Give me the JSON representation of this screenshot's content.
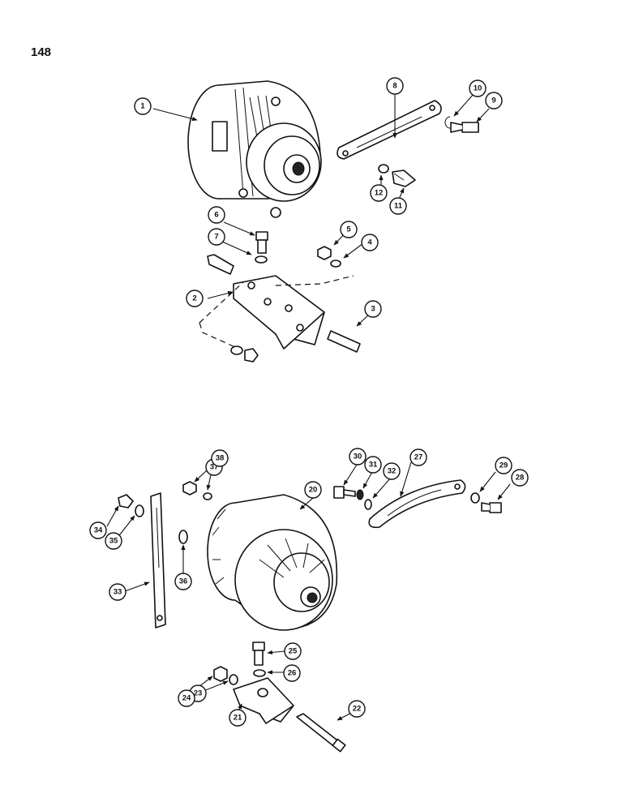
{
  "page_number": "148",
  "callouts_top": [
    "1",
    "2",
    "3",
    "4",
    "5",
    "6",
    "7",
    "8",
    "9",
    "10",
    "11",
    "12"
  ],
  "callouts_bottom": [
    "20",
    "21",
    "22",
    "23",
    "24",
    "25",
    "26",
    "27",
    "28",
    "29",
    "30",
    "31",
    "32",
    "33",
    "34",
    "35",
    "36",
    "37",
    "38"
  ]
}
